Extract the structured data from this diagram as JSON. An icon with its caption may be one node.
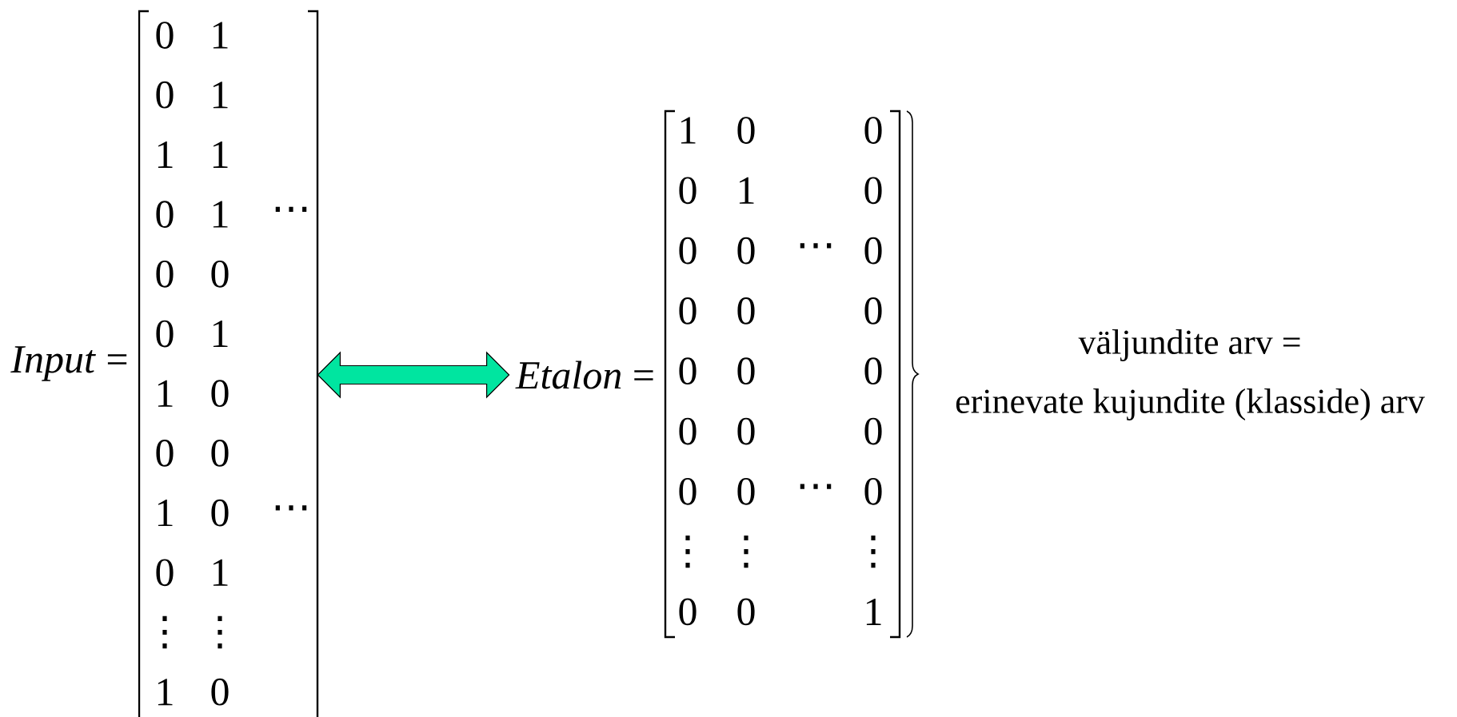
{
  "diagram": {
    "nodes": [
      {
        "text": [
          "*Input* =",
          "0",
          "1",
          "0",
          "1",
          "1",
          "1",
          "0",
          "1",
          "⋯",
          "0",
          "0",
          "0",
          "1",
          "1",
          "0",
          "0",
          "0",
          "1",
          "0",
          "⋯",
          "0",
          "1",
          "⋮",
          "⋮",
          "1",
          "0"
        ]
      },
      {
        "text": [
          "*Etalon* =",
          "1",
          "0",
          "0",
          "0",
          "1",
          "0",
          "0",
          "0",
          "⋯",
          "0",
          "0",
          "0",
          "0",
          "0",
          "0",
          "0",
          "0",
          "0",
          "0",
          "0",
          "0",
          "⋯",
          "0",
          "⋮",
          "⋮",
          "⋮",
          "0",
          "0",
          "1"
        ]
      }
    ],
    "edges": [
      {
        "from": 0,
        "to": 1,
        "arrow": "both",
        "color": "#00e5a0"
      }
    ],
    "labels": [
      "väljundite arv =",
      "erinevate kujundite (klasside) arv"
    ]
  }
}
